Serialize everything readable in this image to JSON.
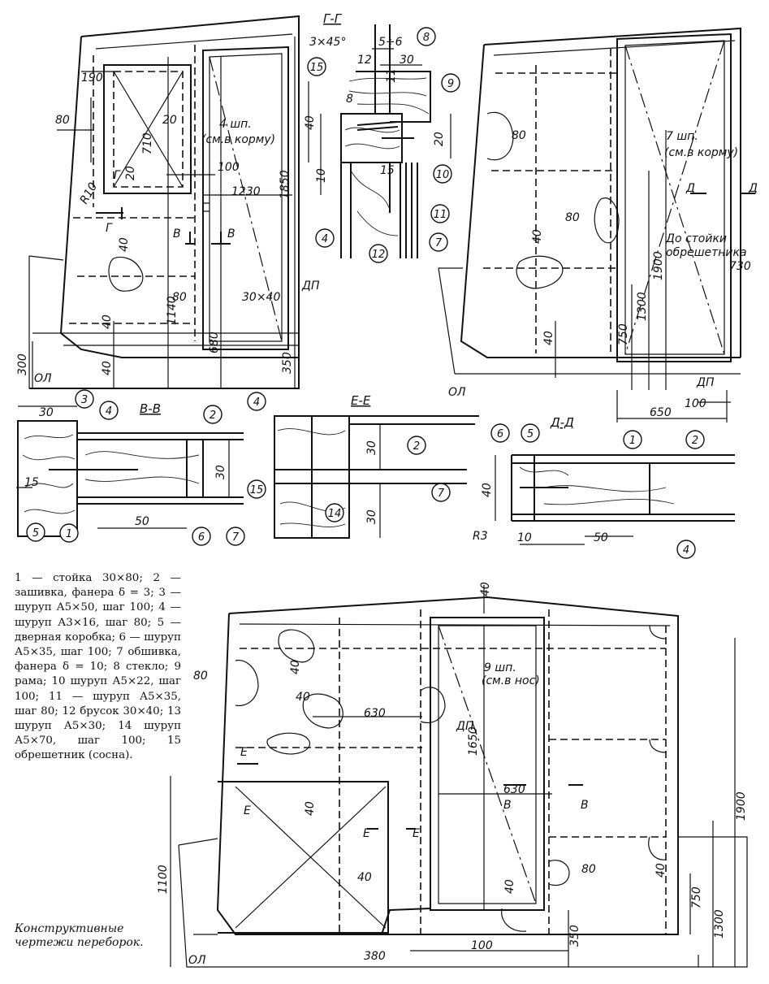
{
  "legend": "1 — стойка 30×80; 2 — зашивка, фанера δ = 3; 3 — шуруп А5×50, шаг 100; 4 — шуруп А3×16, шаг 80; 5 — дверная коробка; 6 — шуруп А5×35, шаг 100; 7 обшивка, фанера δ = 10; 8 стекло; 9 рама; 10 шуруп А5×22, шаг 100; 11 — шуруп А5×35, шаг 80; 12 брусок 30×40; 13 шуруп А5×30; 14 шуруп А5×70, шаг 100; 15 обрешетник (сосна).",
  "caption": "Конструктивные чертежи переборок.",
  "sections": {
    "gg": "Г-Г",
    "vv": "В-В",
    "ee": "Е-Е",
    "dd": "Д-Д"
  },
  "markers": {
    "g": "Г",
    "v": "В",
    "d": "Д",
    "e": "Е"
  },
  "notes": {
    "frames_aft_4": "4 шп.",
    "frames_aft_4b": "(см.в корму)",
    "frames_aft_7": "7 шп.",
    "frames_aft_7b": "(см.в корму)",
    "frames_bow_9": "9 шп.",
    "frames_bow_9b": "(см.в нос)",
    "to_post_1": "До стойки",
    "to_post_2": "обрешетника",
    "dp": "ДП",
    "ol": "ОЛ",
    "bar": "30×40",
    "chamfer": "3×45°",
    "gap": "5÷6",
    "r10": "R10",
    "r3": "R3"
  },
  "dims": {
    "d190": "190",
    "d80": "80",
    "d20": "20",
    "d710": "710",
    "d100": "100",
    "d1230": "1230",
    "d1850": "1850",
    "d40": "40",
    "d1140": "1140",
    "d680": "680",
    "d350": "350",
    "d300": "300",
    "d12": "12",
    "d30": "30",
    "d11": "11",
    "d8": "8",
    "d10": "10",
    "d15": "15",
    "d1900": "1900",
    "d1300": "1300",
    "d750": "750",
    "d730": "730",
    "d650": "650",
    "d50": "50",
    "d630": "630",
    "d1650": "1650",
    "d1100": "1100",
    "d380": "380"
  },
  "parts": {
    "p1": "1",
    "p2": "2",
    "p3": "3",
    "p4": "4",
    "p5": "5",
    "p6": "6",
    "p7": "7",
    "p8": "8",
    "p9": "9",
    "p10": "10",
    "p11": "11",
    "p12": "12",
    "p14": "14",
    "p15": "15"
  }
}
